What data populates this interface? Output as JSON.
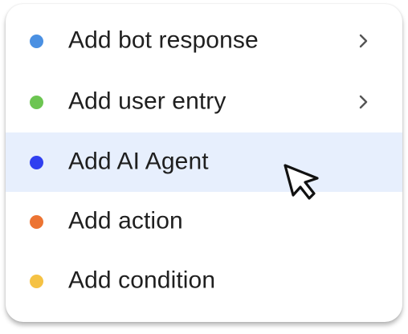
{
  "menu": {
    "items": [
      {
        "label": "Add bot response",
        "dot_color": "#4a90e2",
        "has_submenu": true,
        "dot_icon": "blue-dot-icon"
      },
      {
        "label": "Add user entry",
        "dot_color": "#6cc551",
        "has_submenu": true,
        "dot_icon": "green-dot-icon"
      },
      {
        "label": "Add AI Agent",
        "dot_color": "#2f3ff0",
        "has_submenu": false,
        "dot_icon": "indigo-dot-icon",
        "highlighted": true
      },
      {
        "label": "Add action",
        "dot_color": "#ec7433",
        "has_submenu": false,
        "dot_icon": "orange-dot-icon"
      },
      {
        "label": "Add condition",
        "dot_color": "#f5c244",
        "has_submenu": false,
        "dot_icon": "yellow-dot-icon"
      }
    ],
    "highlight_color": "#e7effd",
    "submenu_icon": "chevron-right-icon"
  },
  "cursor": {
    "icon": "mouse-pointer-icon"
  }
}
